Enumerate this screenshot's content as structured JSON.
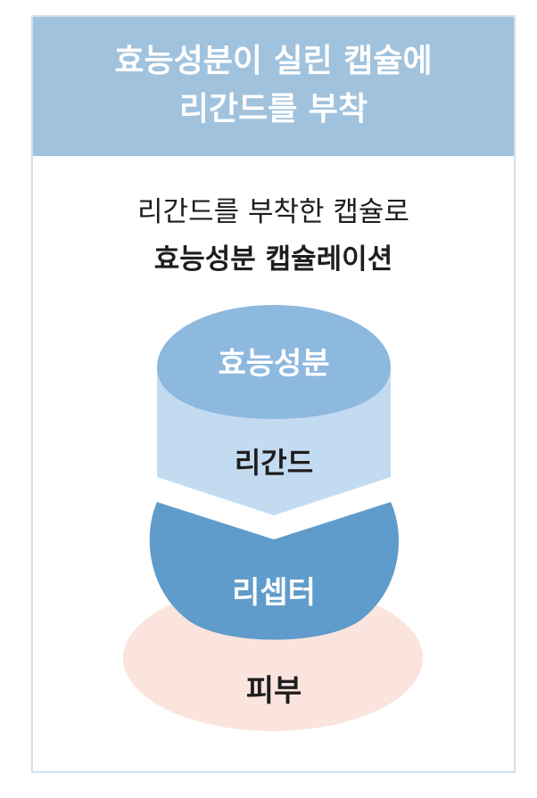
{
  "header": {
    "line1": "효능성분이 실린 캡슐에",
    "line2": "리간드를 부착"
  },
  "subtitle": {
    "line1": "리간드를 부착한 캡슐로",
    "line2": "효능성분 캡슐레이션"
  },
  "diagram": {
    "active_ingredient": "효능성분",
    "ligand": "리간드",
    "receptor": "리셉터",
    "skin": "피부"
  },
  "colors": {
    "header_bg": "#a0c2dd",
    "card_border": "#cfe1ec",
    "capsule_top": "#8eb9df",
    "ligand_band": "#c3dbf1",
    "receptor": "#5f9ccb",
    "skin": "#fbe4dd"
  }
}
